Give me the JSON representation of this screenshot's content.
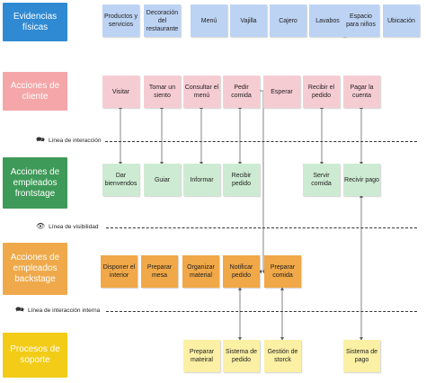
{
  "colors": {
    "lane_blue": "#2f8ad3",
    "lane_pink": "#f4a6a8",
    "lane_green": "#3e9a58",
    "lane_orange": "#efa94a",
    "lane_yellow": "#f2cc17",
    "note_blue": "#bcd3f3",
    "note_pink": "#f6ccd3",
    "note_green": "#cdebd2",
    "note_orange": "#f0a848",
    "note_yellow": "#fbf0a4"
  },
  "lanes": [
    {
      "label": "Evidencias físicas",
      "color": "blue"
    },
    {
      "label": "Acciones de cliente",
      "color": "pink"
    },
    {
      "label": "Acciones de empleados frontstage",
      "color": "green"
    },
    {
      "label": "Acciones de empleados backstage",
      "color": "orange"
    },
    {
      "label": "Procesos de soporte",
      "color": "yellow"
    }
  ],
  "evidence": [
    "Productos y servicios",
    "Decoración del restaurante",
    "Menú",
    "Vajilla",
    "Cajero",
    "Lavabos",
    "Espacio para niños",
    "Ubicación"
  ],
  "customer": [
    "Visitar",
    "Tomar un siento",
    "Consultar el menú",
    "Pedir comida",
    "Esperar",
    "Recibir el pedido",
    "Pagar la cuenta"
  ],
  "frontstage": [
    "Dar bienvendos",
    "Guiar",
    "Informar",
    "Recibir pedido",
    "Servir comida",
    "Recivir pago"
  ],
  "backstage": [
    "Disponer el interior",
    "Preparar mesa",
    "Organizar material",
    "Notificar pedido",
    "Preparar comida"
  ],
  "support": [
    "Preparar mateiral",
    "Sistema de pedido",
    "Gestión de storck",
    "Sistema de pago"
  ],
  "separators": [
    {
      "label": "Línea de interacción",
      "icon": "chat-icon"
    },
    {
      "label": "Línea de visibilidad",
      "icon": "eye-icon"
    },
    {
      "label": "Línea de interacción interna",
      "icon": "chat-icon"
    }
  ]
}
